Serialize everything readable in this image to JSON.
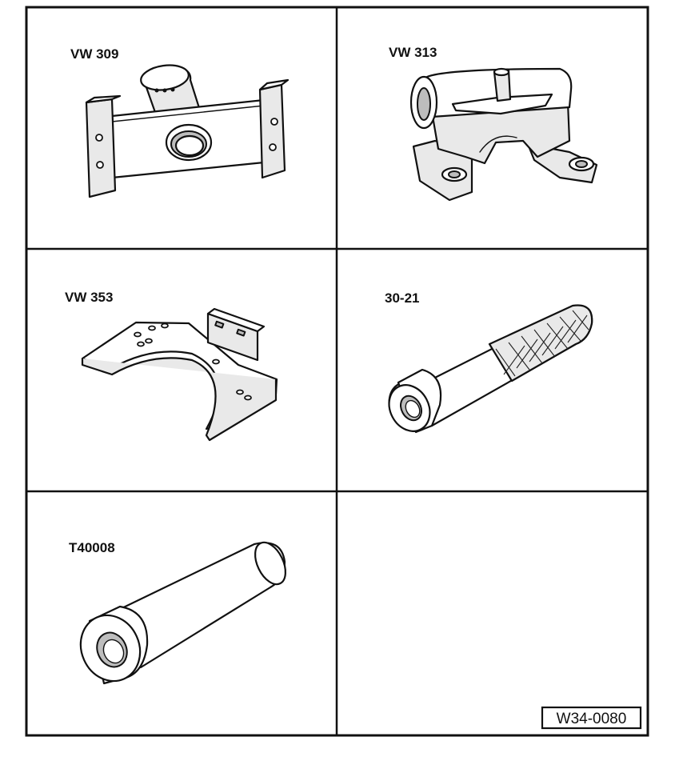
{
  "tools": [
    {
      "id": "vw309",
      "label": "VW 309"
    },
    {
      "id": "vw313",
      "label": "VW 313"
    },
    {
      "id": "vw353",
      "label": "VW 353"
    },
    {
      "id": "t3021",
      "label": "30-21"
    },
    {
      "id": "t40008",
      "label": "T40008"
    }
  ],
  "figure_code": "W34-0080"
}
